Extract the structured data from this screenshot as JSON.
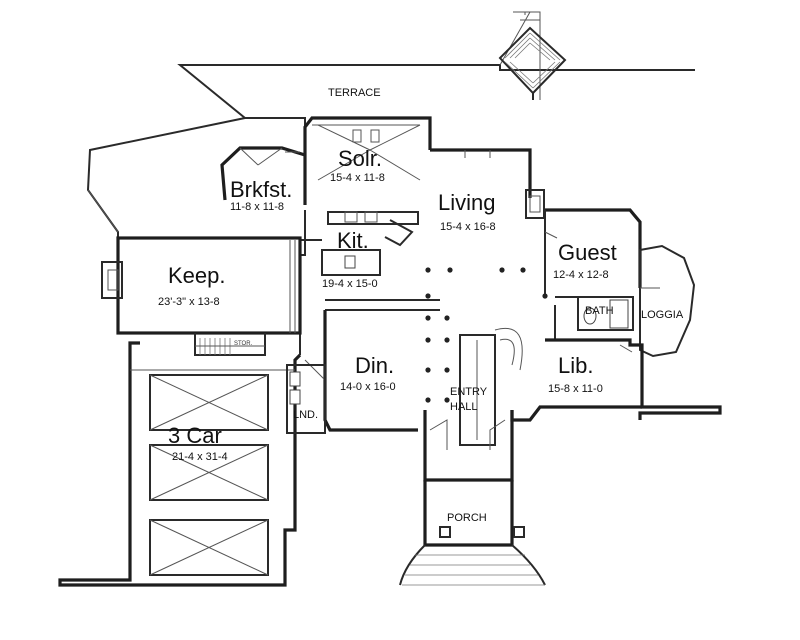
{
  "rooms": {
    "terrace": {
      "name": "TERRACE"
    },
    "sunroom": {
      "name": "Solr.",
      "size": "15-4 x 11-8"
    },
    "breakfast": {
      "name": "Brkfst.",
      "size": "11-8 x 11-8"
    },
    "living": {
      "name": "Living",
      "size": "15-4 x 16-8"
    },
    "kitchen": {
      "name": "Kit.",
      "size": "19-4 x 15-0"
    },
    "keeping": {
      "name": "Keep.",
      "size": "23'-3\" x 13-8"
    },
    "guest": {
      "name": "Guest",
      "size": "12-4 x 12-8"
    },
    "bath": {
      "name": "BATH"
    },
    "loggia": {
      "name": "LOGGIA"
    },
    "dining": {
      "name": "Din.",
      "size": "14-0 x 16-0"
    },
    "entry": {
      "line1": "ENTRY",
      "line2": "HALL"
    },
    "library": {
      "name": "Lib.",
      "size": "15-8 x 11-0"
    },
    "laundry": {
      "name": "LND."
    },
    "garage": {
      "name": "3 Car",
      "size": "21-4 x 31-4"
    },
    "porch": {
      "name": "PORCH"
    },
    "stair_note": "STOR."
  },
  "colors": {
    "line": "#2a2a2a",
    "background": "#ffffff"
  }
}
